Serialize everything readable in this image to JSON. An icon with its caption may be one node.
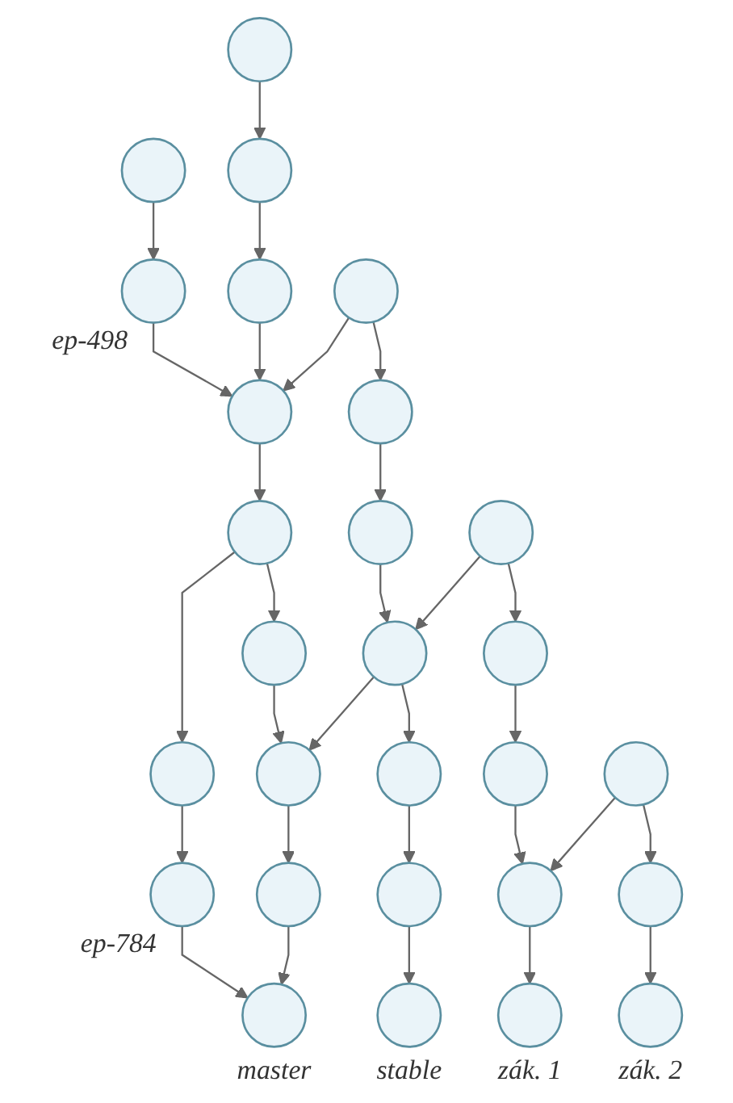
{
  "diagram": {
    "nodes": [
      {
        "text": [],
        "shape": "circle"
      },
      {
        "text": [],
        "shape": "circle"
      },
      {
        "text": [],
        "shape": "circle"
      },
      {
        "text": [],
        "shape": "circle",
        "beside": [
          "ep-498"
        ]
      },
      {
        "text": [],
        "shape": "circle"
      },
      {
        "text": [],
        "shape": "circle"
      },
      {
        "text": [],
        "shape": "circle"
      },
      {
        "text": [],
        "shape": "circle"
      },
      {
        "text": [],
        "shape": "circle"
      },
      {
        "text": [],
        "shape": "circle"
      },
      {
        "text": [],
        "shape": "circle"
      },
      {
        "text": [],
        "shape": "circle"
      },
      {
        "text": [],
        "shape": "circle"
      },
      {
        "text": [],
        "shape": "circle"
      },
      {
        "text": [],
        "shape": "circle"
      },
      {
        "text": [],
        "shape": "circle"
      },
      {
        "text": [],
        "shape": "circle"
      },
      {
        "text": [],
        "shape": "circle"
      },
      {
        "text": [],
        "shape": "circle"
      },
      {
        "text": [],
        "shape": "circle",
        "beside": [
          "ep-784"
        ]
      },
      {
        "text": [],
        "shape": "circle"
      },
      {
        "text": [],
        "shape": "circle"
      },
      {
        "text": [],
        "shape": "circle"
      },
      {
        "text": [],
        "shape": "circle"
      },
      {
        "text": [],
        "shape": "circle",
        "beside": [
          "master"
        ]
      },
      {
        "text": [],
        "shape": "circle",
        "beside": [
          "stable"
        ]
      },
      {
        "text": [],
        "shape": "circle",
        "beside": [
          "zák. 1"
        ]
      },
      {
        "text": [],
        "shape": "circle",
        "beside": [
          "zák. 2"
        ]
      }
    ],
    "edges": [
      {
        "from": 0,
        "to": 2,
        "arrow": "to"
      },
      {
        "from": 1,
        "to": 3,
        "arrow": "to"
      },
      {
        "from": 2,
        "to": 4,
        "arrow": "to"
      },
      {
        "from": 3,
        "to": 6,
        "arrow": "to"
      },
      {
        "from": 4,
        "to": 6,
        "arrow": "to"
      },
      {
        "from": 5,
        "to": 6,
        "arrow": "to"
      },
      {
        "from": 5,
        "to": 7,
        "arrow": "to"
      },
      {
        "from": 6,
        "to": 8,
        "arrow": "to"
      },
      {
        "from": 7,
        "to": 9,
        "arrow": "to"
      },
      {
        "from": 8,
        "to": 11,
        "arrow": "to"
      },
      {
        "from": 8,
        "to": 14,
        "arrow": "to"
      },
      {
        "from": 9,
        "to": 12,
        "arrow": "to"
      },
      {
        "from": 10,
        "to": 12,
        "arrow": "to"
      },
      {
        "from": 10,
        "to": 13,
        "arrow": "to"
      },
      {
        "from": 11,
        "to": 15,
        "arrow": "to"
      },
      {
        "from": 12,
        "to": 15,
        "arrow": "to"
      },
      {
        "from": 12,
        "to": 16,
        "arrow": "to"
      },
      {
        "from": 13,
        "to": 17,
        "arrow": "to"
      },
      {
        "from": 14,
        "to": 19,
        "arrow": "to"
      },
      {
        "from": 15,
        "to": 20,
        "arrow": "to"
      },
      {
        "from": 16,
        "to": 21,
        "arrow": "to"
      },
      {
        "from": 17,
        "to": 22,
        "arrow": "to"
      },
      {
        "from": 18,
        "to": 22,
        "arrow": "to"
      },
      {
        "from": 18,
        "to": 23,
        "arrow": "to"
      },
      {
        "from": 19,
        "to": 24,
        "arrow": "to"
      },
      {
        "from": 20,
        "to": 24,
        "arrow": "to"
      },
      {
        "from": 21,
        "to": 25,
        "arrow": "to"
      },
      {
        "from": 22,
        "to": 26,
        "arrow": "to"
      },
      {
        "from": 23,
        "to": 27,
        "arrow": "to"
      }
    ]
  }
}
